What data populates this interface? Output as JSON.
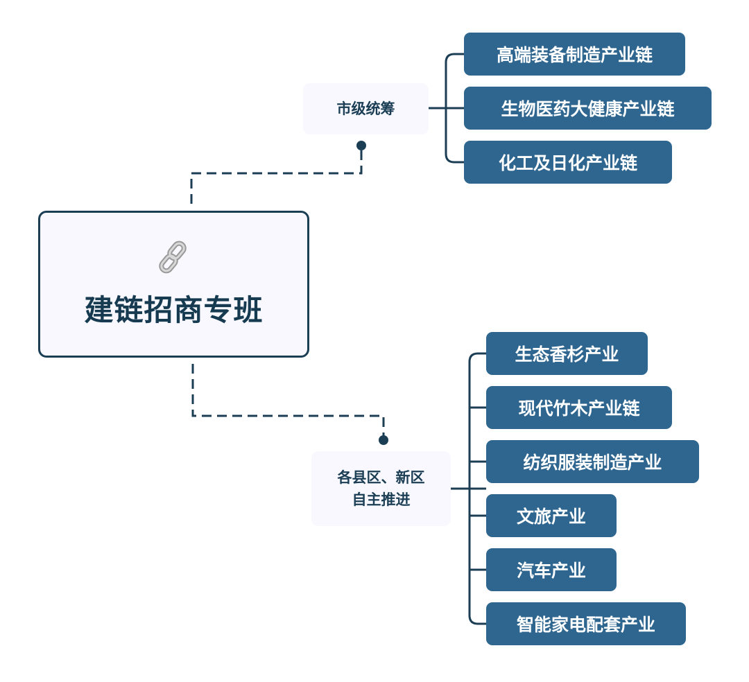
{
  "root": {
    "title": "建链招商专班",
    "icon": "link-chain-icon"
  },
  "branches": [
    {
      "label": "市级统筹",
      "children": [
        "高端装备制造产业链",
        "生物医药大健康产业链",
        "化工及日化产业链"
      ]
    },
    {
      "label_line1": "各县区、新区",
      "label_line2": "自主推进",
      "children": [
        "生态香杉产业",
        "现代竹木产业链",
        "纺织服装制造产业",
        "文旅产业",
        "汽车产业",
        "智能家电配套产业"
      ]
    }
  ],
  "colors": {
    "dark": "#1b3e55",
    "leaf": "#2e6690",
    "light_bg": "#f8f8fe"
  }
}
